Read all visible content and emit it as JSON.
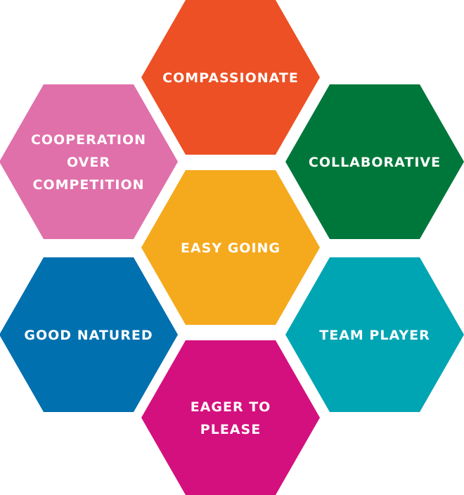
{
  "hexagons": [
    {
      "id": "compassionate",
      "lines": [
        "COMPASSIONATE"
      ],
      "color": "#EC5024"
    },
    {
      "id": "cooperation-over-competition",
      "lines": [
        "COOPERATION",
        "OVER",
        "COMPETITION"
      ],
      "color": "#E070AA"
    },
    {
      "id": "collaborative",
      "lines": [
        "COLLABORATIVE"
      ],
      "color": "#00773A"
    },
    {
      "id": "easy-going",
      "lines": [
        "EASY GOING"
      ],
      "color": "#F5A91C"
    },
    {
      "id": "good-natured",
      "lines": [
        "GOOD NATURED"
      ],
      "color": "#0070AF"
    },
    {
      "id": "team-player",
      "lines": [
        "TEAM PLAYER"
      ],
      "color": "#00A5B3"
    },
    {
      "id": "eager-to-please",
      "lines": [
        "EAGER TO",
        "PLEASE"
      ],
      "color": "#D4107E"
    }
  ]
}
